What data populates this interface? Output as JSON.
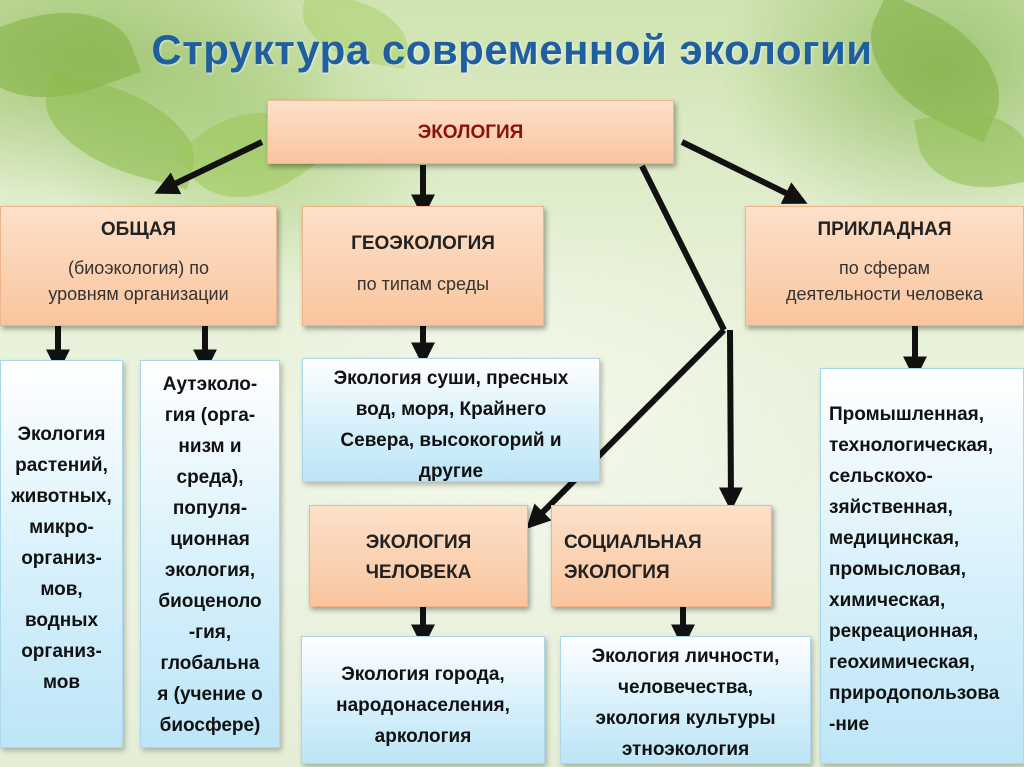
{
  "title": "Структура современной экологии",
  "root": "ЭКОЛОГИЯ",
  "general": {
    "header": "ОБЩАЯ",
    "sub_line1": "(биоэкология) по",
    "sub_line2": "уровням организации"
  },
  "geo": {
    "header": "ГЕОЭКОЛОГИЯ",
    "sub": "по типам среды"
  },
  "applied": {
    "header": "ПРИКЛАДНАЯ",
    "sub_line1": "по сферам",
    "sub_line2": "деятельности человека"
  },
  "human": {
    "line1": "ЭКОЛОГИЯ",
    "line2": "ЧЕЛОВЕКА"
  },
  "social": {
    "line1": "СОЦИАЛЬНАЯ",
    "line2": "ЭКОЛОГИЯ"
  },
  "general_left": [
    "Экология",
    "растений,",
    "животных,",
    "микро-",
    "организ-",
    "мов,",
    "водных",
    "организ-",
    "мов"
  ],
  "general_right": [
    "Аутэколо-",
    "гия (орга-",
    "низм и",
    "среда),",
    "популя-",
    "ционная",
    "экология,",
    "биоценоло",
    "-гия,",
    "глобальна",
    "я (учение о",
    "биосфере)"
  ],
  "geo_detail": [
    "Экология суши, пресных",
    "вод, моря, Крайнего",
    "Севера, высокогорий и",
    "другие"
  ],
  "human_detail": [
    "Экология города,",
    "народонаселения,",
    "аркология"
  ],
  "social_detail": [
    "Экология личности,",
    "человечества,",
    "экология культуры",
    "этноэкология"
  ],
  "applied_detail": [
    "Промышленная,",
    "технологическая,",
    "сельскохо-",
    "зяйственная,",
    "медицинская,",
    "промысловая,",
    "химическая,",
    "рекреационная,",
    "геохимическая,",
    "природопользова",
    "-ние"
  ]
}
